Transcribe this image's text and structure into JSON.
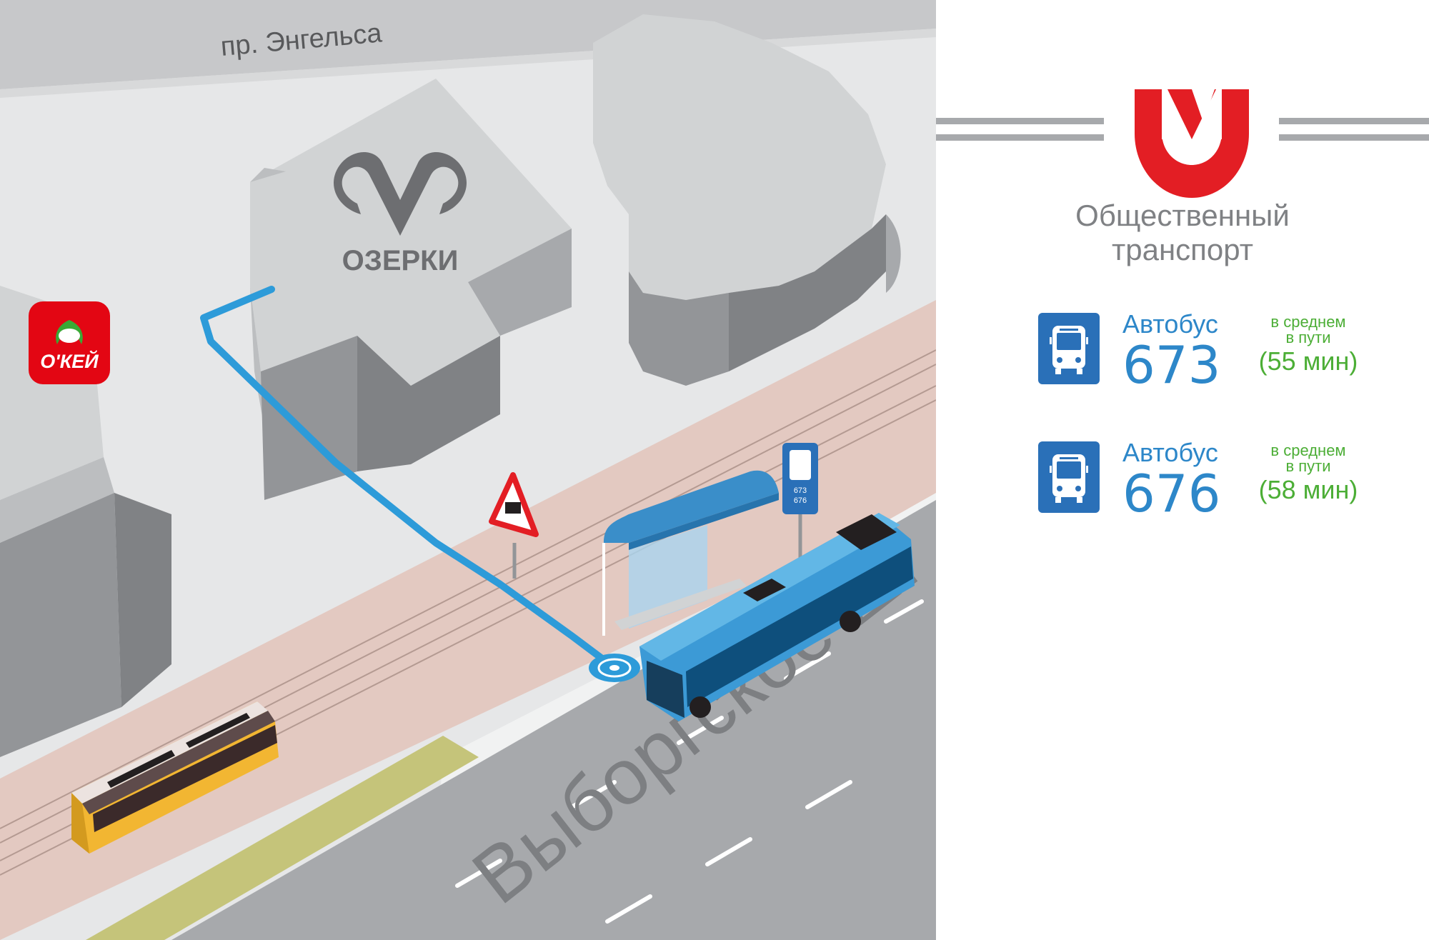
{
  "map": {
    "street_top": "пр. Энгельса",
    "street_bottom": "Выборгское ш.",
    "metro_station": "ОЗЕРКИ",
    "shop_logo": "О'КЕЙ",
    "stop_sign_routes": [
      "673",
      "676"
    ]
  },
  "brand": {
    "caption_line1": "Общественный",
    "caption_line2": "транспорт"
  },
  "routes": [
    {
      "type": "Автобус",
      "number": "673",
      "avg_line1": "в среднем",
      "avg_line2": "в пути",
      "time": "(55 мин)"
    },
    {
      "type": "Автобус",
      "number": "676",
      "avg_line1": "в среднем",
      "avg_line2": "в пути",
      "time": "(58 мин)"
    }
  ],
  "colors": {
    "ground": "#e6e7e8",
    "road": "#a7a9ac",
    "sidewalk": "#e3c9c1",
    "building_top": "#d1d3d4",
    "building_side": "#939598",
    "path_blue": "#2d9bd9",
    "bus_blue": "#3c9ad6",
    "metro_red": "#e31e24",
    "route_blue": "#2a70b8",
    "time_green": "#4cae36",
    "okey_red": "#e30613"
  }
}
